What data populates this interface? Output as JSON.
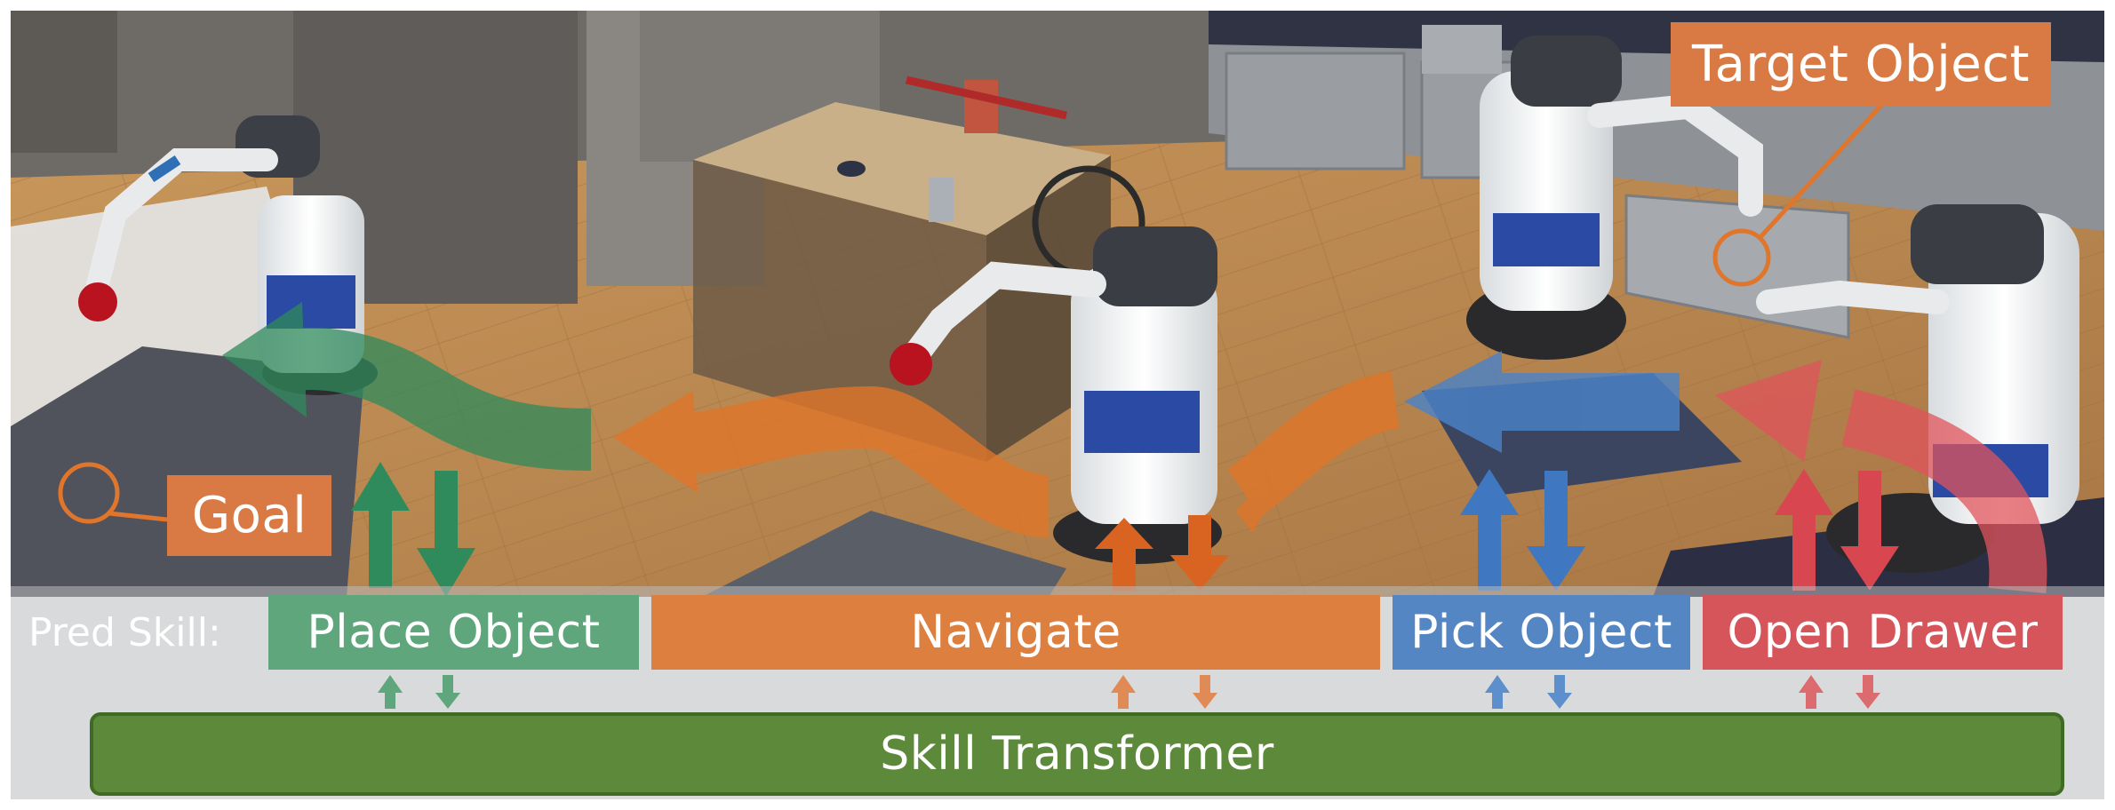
{
  "pred_skill_label": "Pred Skill:",
  "skills": [
    {
      "label": "Place Object",
      "color": "#5fa67c"
    },
    {
      "label": "Navigate",
      "color": "#dd7f3f"
    },
    {
      "label": "Pick Object",
      "color": "#5486c4"
    },
    {
      "label": "Open Drawer",
      "color": "#d6555a"
    }
  ],
  "target_label": "Target Object",
  "goal_label": "Goal",
  "transformer_label": "Skill Transformer",
  "colors": {
    "place": "#2f8a5c",
    "navigate": "#e0762b",
    "pick": "#4a83c9",
    "open": "#e0545c",
    "transformer": "#5c8a3a",
    "floor": "#b8884f",
    "wall": "#6f6c68"
  }
}
